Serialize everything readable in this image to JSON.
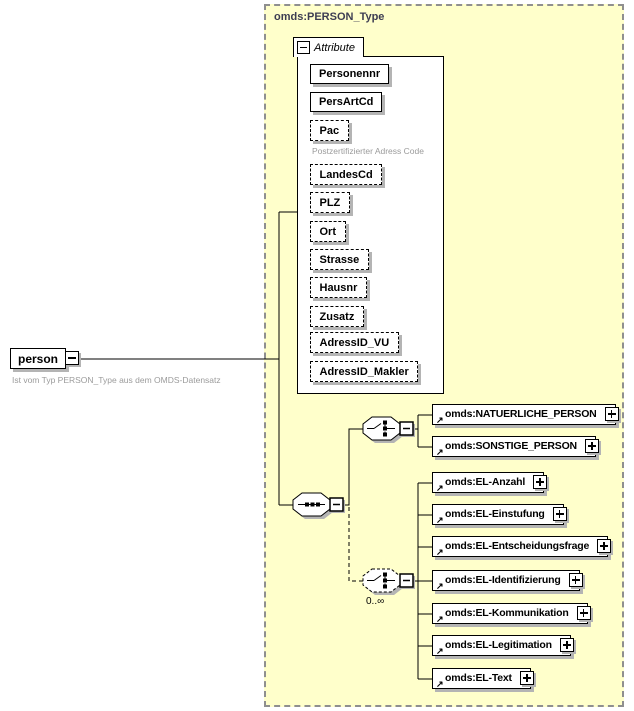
{
  "container": {
    "title": "omds:PERSON_Type"
  },
  "attributes_section": {
    "tab_label": "Attribute"
  },
  "root": {
    "name": "person",
    "annotation": "Ist vom Typ PERSON_Type aus dem OMDS-Datensatz"
  },
  "attributes": [
    {
      "name": "Personennr"
    },
    {
      "name": "PersArtCd"
    },
    {
      "name": "Pac",
      "annotation": "Postzertifizierter Adress Code"
    },
    {
      "name": "LandesCd"
    },
    {
      "name": "PLZ"
    },
    {
      "name": "Ort"
    },
    {
      "name": "Strasse"
    },
    {
      "name": "Hausnr"
    },
    {
      "name": "Zusatz"
    },
    {
      "name": "AdressID_VU"
    },
    {
      "name": "AdressID_Makler"
    }
  ],
  "person_choice": {
    "children": [
      {
        "name": "omds:NATUERLICHE_PERSON"
      },
      {
        "name": "omds:SONSTIGE_PERSON"
      }
    ]
  },
  "el_choice": {
    "occurrence": "0..∞",
    "children": [
      {
        "name": "omds:EL-Anzahl"
      },
      {
        "name": "omds:EL-Einstufung"
      },
      {
        "name": "omds:EL-Entscheidungsfrage"
      },
      {
        "name": "omds:EL-Identifizierung"
      },
      {
        "name": "omds:EL-Kommunikation"
      },
      {
        "name": "omds:EL-Legitimation"
      },
      {
        "name": "omds:EL-Text"
      }
    ]
  },
  "colors": {
    "container_fill": "#ffffcb",
    "container_border": "#8f8f8f",
    "shadow": "#b4b4b4",
    "annotation_text": "#9b9b9b",
    "title_text": "#3d3d52",
    "node_text": "#000000"
  }
}
